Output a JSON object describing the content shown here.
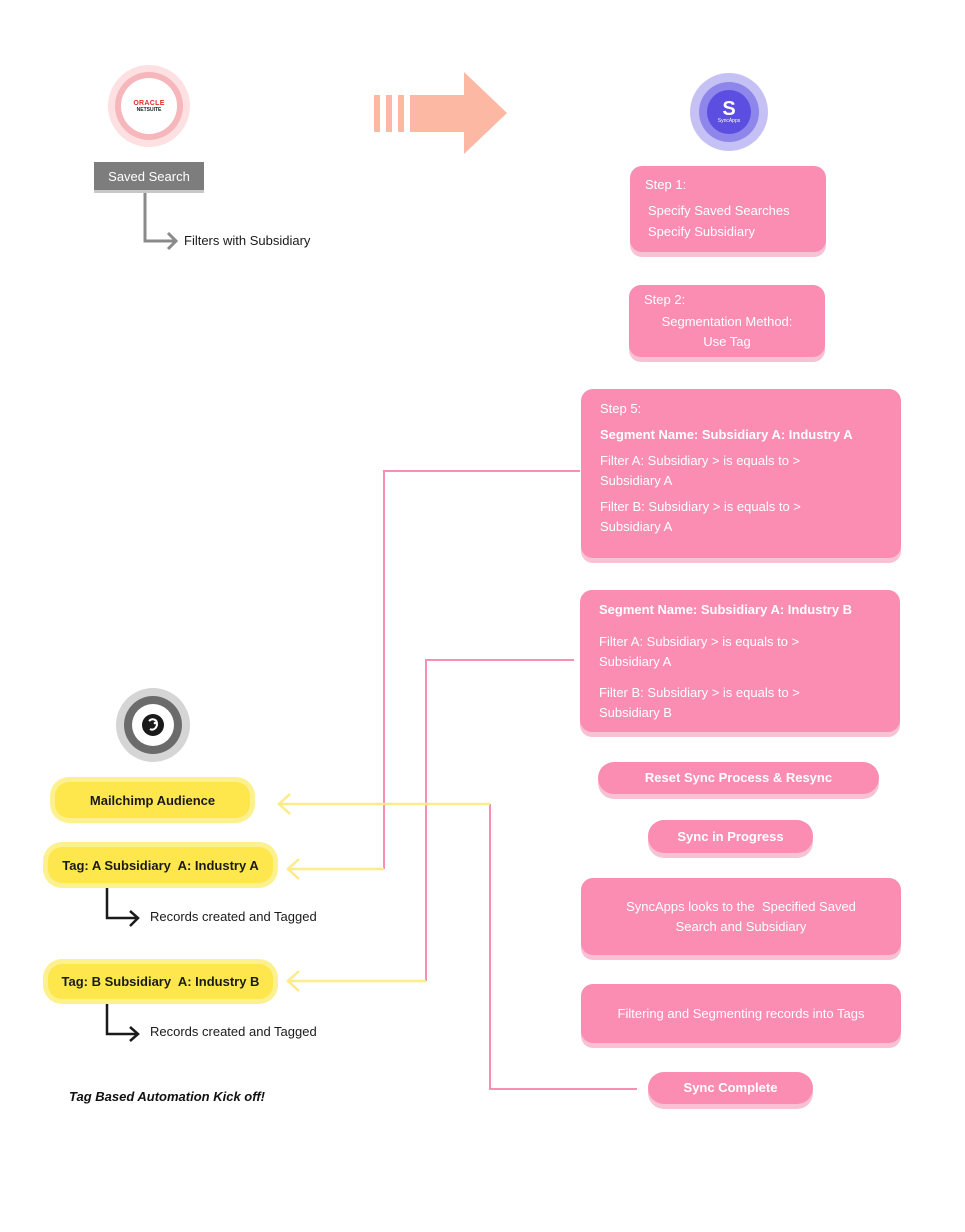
{
  "logos": {
    "oracle_line1": "ORACLE",
    "oracle_line2": "NETSUITE",
    "syncapps_caption": "SyncApps"
  },
  "netsuite": {
    "saved_search_label": "Saved Search",
    "filters_label": "Filters with Subsidiary"
  },
  "steps": {
    "step1": {
      "title": "Step 1:",
      "line1": "Specify Saved Searches",
      "line2": "Specify Subsidiary"
    },
    "step2": {
      "title": "Step 2:",
      "line1": "Segmentation Method:",
      "line2": "Use Tag"
    },
    "step5": {
      "title": "Step 5:",
      "segment_name": "Segment Name: Subsidiary A: Industry A",
      "filter_a_1": "Filter A: Subsidiary > is equals to >",
      "filter_a_2": "Subsidiary A",
      "filter_b_1": "Filter B: Subsidiary > is equals to >",
      "filter_b_2": "Subsidiary A"
    },
    "segment_b": {
      "segment_name": "Segment Name: Subsidiary A: Industry B",
      "filter_a_1": "Filter A: Subsidiary > is equals to >",
      "filter_a_2": "Subsidiary A",
      "filter_b_1": "Filter B: Subsidiary > is equals to >",
      "filter_b_2": "Subsidiary B"
    },
    "reset": "Reset Sync Process & Resync",
    "in_progress": "Sync in Progress",
    "looks_1": "SyncApps looks to the  Specified Saved",
    "looks_2": "Search and Subsidiary",
    "filtering": "Filtering and Segmenting records into Tags",
    "complete": "Sync Complete"
  },
  "mailchimp": {
    "audience": "Mailchimp Audience",
    "tag_a": "Tag: A Subsidiary  A: Industry A",
    "tag_a_records": "Records created and Tagged",
    "tag_b": "Tag: B Subsidiary  A: Industry B",
    "tag_b_records": "Records created and Tagged",
    "kickoff": "Tag Based Automation Kick off!"
  },
  "colors": {
    "pink": "#fb8db2",
    "pink_line": "#f78fb3",
    "yellow": "#fde74c",
    "yellow_line": "#fdeb8a",
    "arrow": "#fdb8a3",
    "saved_search_bg": "#7d7d7d",
    "syncapps_purple": "#5b4ee0"
  }
}
